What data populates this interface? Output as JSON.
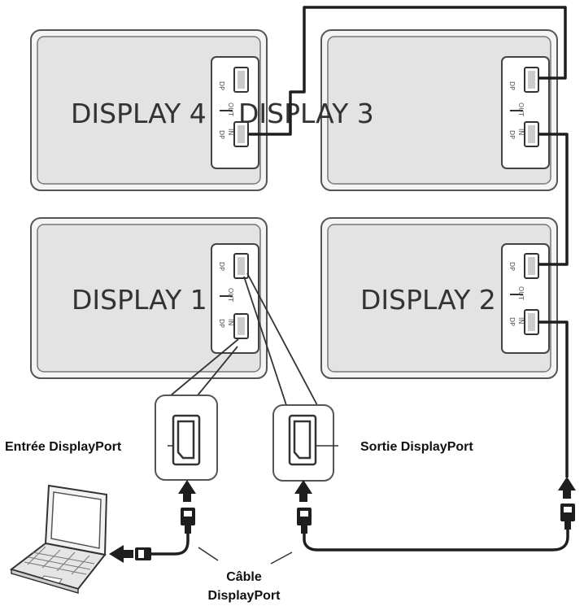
{
  "displays": {
    "d1": {
      "title": "DISPLAY 1"
    },
    "d2": {
      "title": "DISPLAY 2"
    },
    "d3": {
      "title": "DISPLAY 3"
    },
    "d4": {
      "title": "DISPLAY 4"
    }
  },
  "port_labels": {
    "dp": "DP",
    "in": "IN",
    "out": "OUT"
  },
  "captions": {
    "input": "Entrée DisplayPort",
    "output": "Sortie DisplayPort",
    "cable_line1": "Câble",
    "cable_line2": "DisplayPort"
  },
  "colors": {
    "panel_fill": "#e3e3e3",
    "panel_stroke": "#555555",
    "cable": "#1e1e1e",
    "text": "#333333"
  }
}
